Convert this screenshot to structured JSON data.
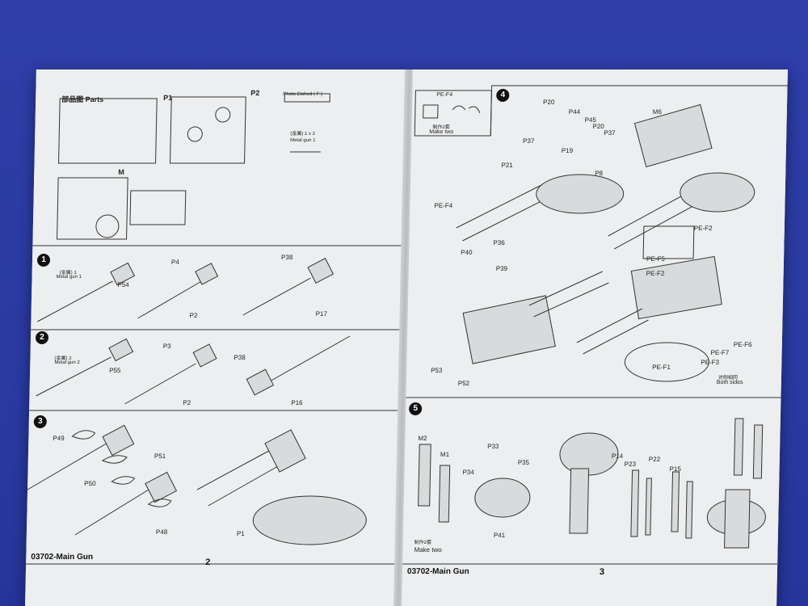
{
  "left_page": {
    "parts_header": "部品图 Parts",
    "sprues": [
      "P1",
      "P2",
      "M"
    ],
    "photo_etched_label": "Photo Etched ( F )",
    "metal_gun_note": "(金属) 1 x 2\nMetal gun 1",
    "steps": [
      {
        "number": "1",
        "labels": [
          "(金属) 1",
          "Metal gun 1",
          "P54",
          "P4",
          "P2",
          "P38",
          "P17"
        ]
      },
      {
        "number": "2",
        "labels": [
          "(金属) 2",
          "Metal gun 2",
          "P55",
          "P3",
          "P2",
          "P38",
          "P16"
        ]
      },
      {
        "number": "3",
        "labels": [
          "P49",
          "P51",
          "P50",
          "P48",
          "P1"
        ]
      }
    ],
    "footer_title": "03702-Main Gun",
    "page_number": "2"
  },
  "right_page": {
    "inset": {
      "label": "PE-F4",
      "note_cn": "制作2套",
      "note_en": "Make two"
    },
    "step4": {
      "number": "4",
      "labels": [
        "P20",
        "P44",
        "P45",
        "P20",
        "P37",
        "P37",
        "P19",
        "P21",
        "P8",
        "M6",
        "PE-F4",
        "P40",
        "P36",
        "P39",
        "PE-F2",
        "PE-F5",
        "PE-F2",
        "P53",
        "P52",
        "PE-F1",
        "PE-F3",
        "PE-F7",
        "PE-F6",
        "对侧相同",
        "Both sides"
      ]
    },
    "step5": {
      "number": "5",
      "labels": [
        "M2",
        "M1",
        "P33",
        "P34",
        "P35",
        "P41",
        "P14",
        "P23",
        "P22",
        "P15",
        "制作2套",
        "Make two"
      ]
    },
    "footer_title": "03702-Main Gun",
    "page_number": "3"
  }
}
